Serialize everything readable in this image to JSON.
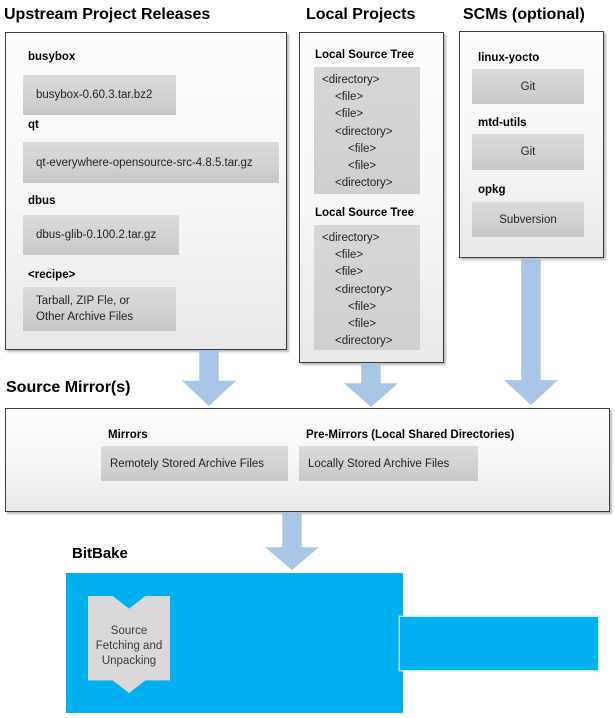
{
  "upstream": {
    "title": "Upstream Project Releases",
    "items": [
      {
        "label": "busybox",
        "value": "busybox-0.60.3.tar.bz2"
      },
      {
        "label": "qt",
        "value": "qt-everywhere-opensource-src-4.8.5.tar.gz"
      },
      {
        "label": "dbus",
        "value": "dbus-glib-0.100.2.tar.gz"
      },
      {
        "label": "<recipe>",
        "value": "Tarball, ZIP Fle, or\nOther Archive Files"
      }
    ]
  },
  "local": {
    "title": "Local Projects",
    "sections": [
      {
        "label": "Local Source Tree",
        "tree": [
          {
            "t": "<directory>",
            "l": 0
          },
          {
            "t": "<file>",
            "l": 1
          },
          {
            "t": "<file>",
            "l": 1
          },
          {
            "t": "<directory>",
            "l": 1
          },
          {
            "t": "<file>",
            "l": 2
          },
          {
            "t": "<file>",
            "l": 2
          },
          {
            "t": "<directory>",
            "l": 1
          }
        ]
      },
      {
        "label": "Local Source Tree",
        "tree": [
          {
            "t": "<directory>",
            "l": 0
          },
          {
            "t": "<file>",
            "l": 1
          },
          {
            "t": "<file>",
            "l": 1
          },
          {
            "t": "<directory>",
            "l": 1
          },
          {
            "t": "<file>",
            "l": 2
          },
          {
            "t": "<file>",
            "l": 2
          },
          {
            "t": "<directory>",
            "l": 1
          }
        ]
      }
    ]
  },
  "scms": {
    "title": "SCMs (optional)",
    "items": [
      {
        "label": "linux-yocto",
        "value": "Git"
      },
      {
        "label": "mtd-utils",
        "value": "Git"
      },
      {
        "label": "opkg",
        "value": "Subversion"
      }
    ]
  },
  "mirrors": {
    "title": "Source Mirror(s)",
    "items": [
      {
        "label": "Mirrors",
        "value": "Remotely Stored Archive Files"
      },
      {
        "label": "Pre-Mirrors (Local Shared Directories)",
        "value": "Locally Stored Archive Files"
      }
    ]
  },
  "bitbake": {
    "title": "BitBake",
    "process": "Source\nFetching and\nUnpacking"
  },
  "colors": {
    "bitbake_cyan": "#00B0F0",
    "arrow_blue": "#A9C5E5",
    "inner_box_gray": "#D2D2D2"
  }
}
